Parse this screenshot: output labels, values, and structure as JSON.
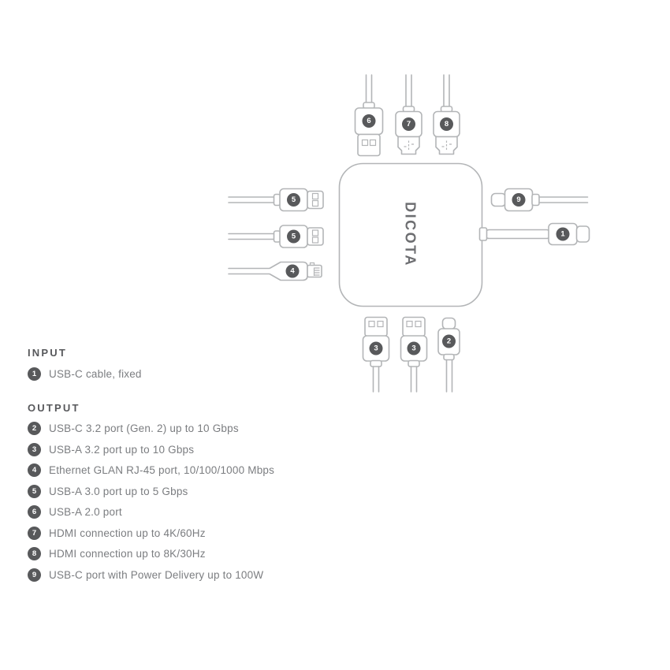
{
  "diagram": {
    "hub_logo": "DICOTA",
    "port_badges": {
      "top": [
        "6",
        "7",
        "8"
      ],
      "left": [
        "5",
        "5",
        "4"
      ],
      "right": [
        "9",
        "1"
      ],
      "bottom": [
        "3",
        "3",
        "2"
      ]
    }
  },
  "legend": {
    "input_heading": "INPUT",
    "input_items": [
      {
        "num": "1",
        "label": "USB-C cable, fixed"
      }
    ],
    "output_heading": "OUTPUT",
    "output_items": [
      {
        "num": "2",
        "label": "USB-C 3.2 port (Gen. 2) up to 10 Gbps"
      },
      {
        "num": "3",
        "label": "USB-A 3.2 port up to 10 Gbps"
      },
      {
        "num": "4",
        "label": "Ethernet GLAN RJ-45 port, 10/100/1000 Mbps"
      },
      {
        "num": "5",
        "label": "USB-A 3.0 port up to 5 Gbps"
      },
      {
        "num": "6",
        "label": "USB-A 2.0 port"
      },
      {
        "num": "7",
        "label": "HDMI connection up to 4K/60Hz"
      },
      {
        "num": "8",
        "label": "HDMI connection up to 8K/30Hz"
      },
      {
        "num": "9",
        "label": "USB-C port with Power Delivery up to 100W"
      }
    ]
  },
  "colors": {
    "outline": "#b3b5b7",
    "badge": "#58595b",
    "heading_text": "#57585b",
    "label_text": "#7b7d80",
    "logo_text": "#6d6e71",
    "background": "#ffffff"
  }
}
